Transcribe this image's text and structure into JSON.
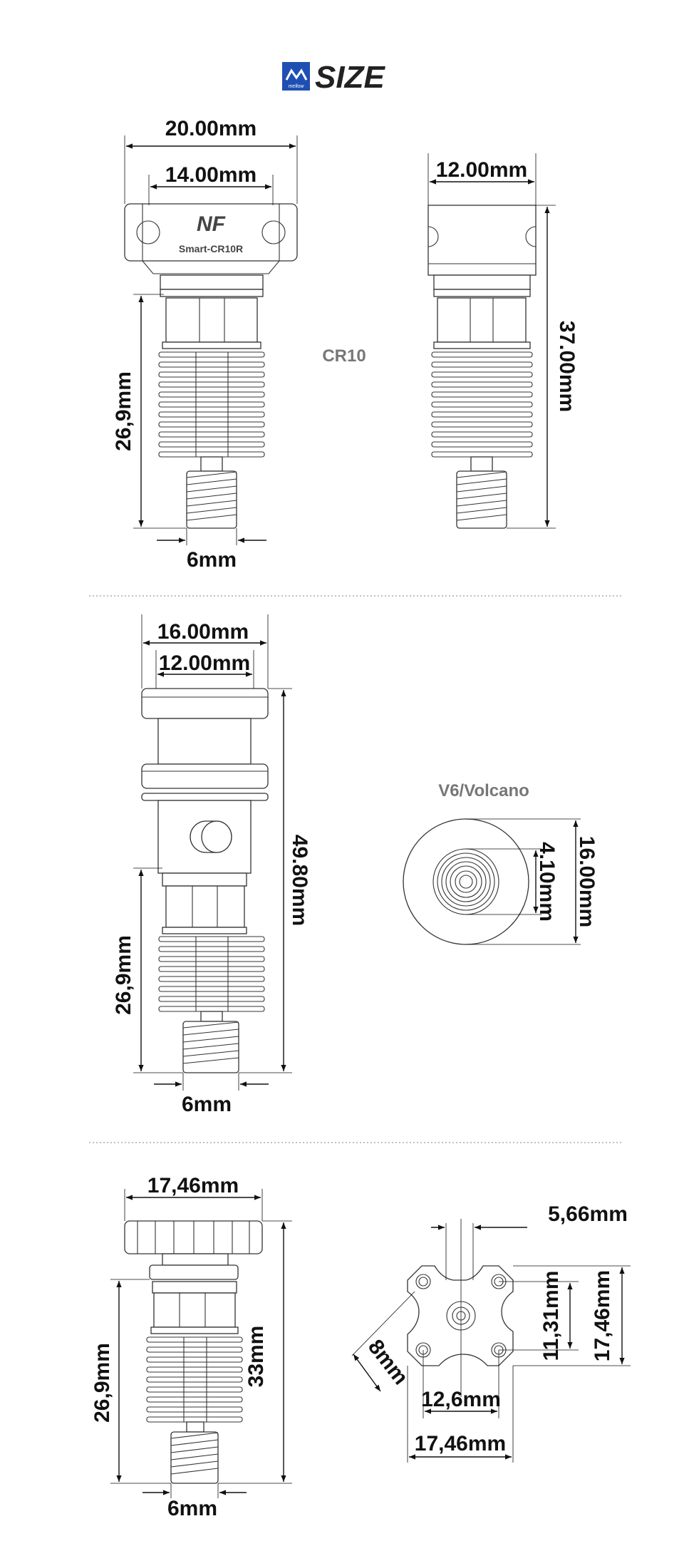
{
  "header": {
    "title": "SIZE",
    "logo_text": "mellow"
  },
  "sections": {
    "cr10": {
      "label": "CR10",
      "brand_mark": "NF",
      "product_label": "Smart-CR10R",
      "dims": {
        "width": "20.00mm",
        "inner_width": "14.00mm",
        "side_width": "12.00mm",
        "height": "26,9mm",
        "side_height": "37.00mm",
        "nozzle": "6mm"
      }
    },
    "v6": {
      "label": "V6/Volcano",
      "dims": {
        "width": "16.00mm",
        "inner_width": "12.00mm",
        "height": "26,9mm",
        "total_height": "49.80mm",
        "nozzle": "6mm",
        "bore": "4.10mm",
        "diameter": "16.00mm"
      }
    },
    "mk": {
      "dims": {
        "width": "17,46mm",
        "height": "26,9mm",
        "total_height": "33mm",
        "nozzle": "6mm",
        "slot": "5,66mm",
        "hole_spacing_v": "11,31mm",
        "outer_v": "17,46mm",
        "hole_d": "8mm",
        "hole_spacing_h": "12,6mm",
        "outer_h": "17,46mm"
      }
    }
  },
  "colors": {
    "line": "#111111",
    "separator": "#9a9a9a",
    "label_grey": "#777777",
    "logo_blue": "#1f4fb2"
  }
}
